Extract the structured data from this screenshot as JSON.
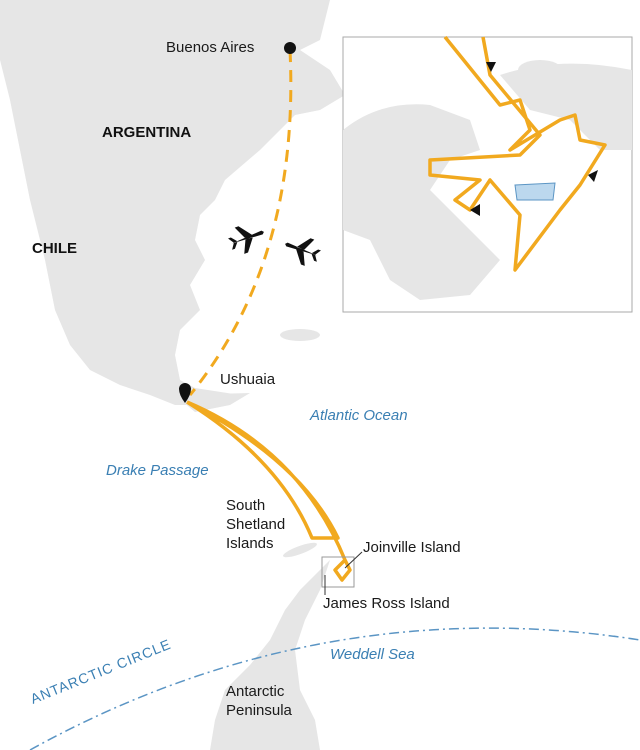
{
  "colors": {
    "route": "#f1a91f",
    "land": "#e6e6e6",
    "water": "#ffffff",
    "sea_label": "#3a7fb3",
    "circle": "#5b95c4"
  },
  "places": {
    "buenos_aires": "Buenos Aires",
    "ushuaia": "Ushuaia",
    "south_shetland": [
      "South",
      "Shetland",
      "Islands"
    ],
    "joinville": "Joinville Island",
    "james_ross": "James Ross Island",
    "antarctic_peninsula": [
      "Antarctic",
      "Peninsula"
    ]
  },
  "countries": {
    "argentina": "ARGENTINA",
    "chile": "CHILE"
  },
  "seas": {
    "atlantic": "Atlantic Ocean",
    "drake": "Drake Passage",
    "weddell": "Weddell Sea"
  },
  "antarctic_circle": "ANTARCTIC CIRCLE",
  "icons": [
    "airplane-icon",
    "airplane-icon",
    "map-pin-icon",
    "city-dot-icon",
    "direction-arrow-icon"
  ]
}
